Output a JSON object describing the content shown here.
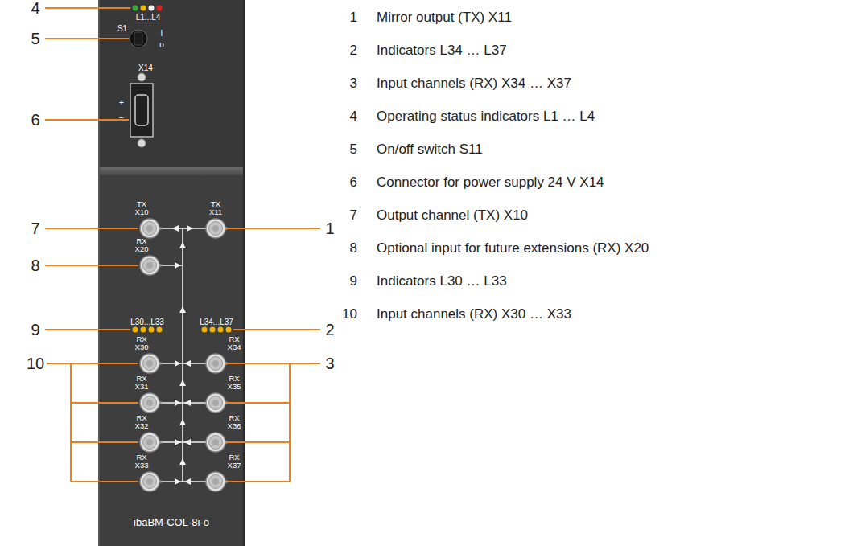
{
  "diagram": {
    "labels": [
      "4",
      "5",
      "6",
      "7",
      "8",
      "9",
      "10",
      "1",
      "2",
      "3",
      "L1...L4",
      "S1",
      "I",
      "o",
      "X14",
      "+",
      "−",
      "TX X10",
      "TX X11",
      "RX X20",
      "L30...L33",
      "L34...L37",
      "RX X30",
      "RX X31",
      "RX X32",
      "RX X33",
      "RX X34",
      "RX X35",
      "RX X36",
      "RX X37",
      "ibaBM-COL-8i-o",
      "1",
      "Mirror output (TX) X11",
      "2",
      "Indicators L34 … L37",
      "3",
      "Input channels (RX) X34 … X37",
      "4",
      "Operating status indicators L1 … L4",
      "5",
      "On/off switch S11",
      "6",
      "Connector for power supply 24 V X14",
      "7",
      "Output channel (TX) X10",
      "8",
      "Optional input for future extensions (RX) X20",
      "9",
      "Indicators L30 … L33",
      "10",
      "Input channels (RX) X30 … X33"
    ]
  }
}
